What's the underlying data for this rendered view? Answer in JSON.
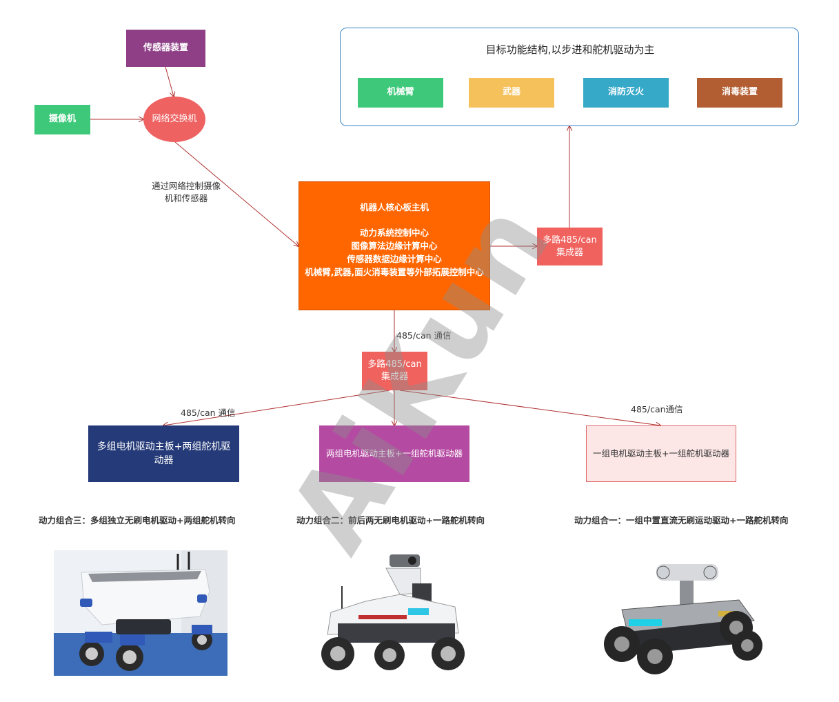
{
  "nodes": {
    "sensor_device": "传感器装置",
    "camera": "摄像机",
    "network_switch": "网络交换机",
    "core_board": {
      "title": "机器人核心板主机",
      "lines": [
        "动力系统控制中心",
        "图像算法边缘计算中心",
        "传感器数据边缘计算中心",
        "机械臂,武器,面火消毒装置等外部拓展控制中心"
      ]
    },
    "hub_right": [
      "多路485/can",
      "集成器"
    ],
    "hub_center": [
      "多路485/can",
      "集成器"
    ],
    "driver_three": "多组电机驱动主板+两组舵机驱动器",
    "driver_two": "两组电机驱动主板+一组舵机驱动器",
    "driver_one": "一组电机驱动主板+一组舵机驱动器"
  },
  "edge_labels": {
    "network_control": [
      "通过网络控制摄像",
      "机和传感器"
    ],
    "comm_center": "485/can 通信",
    "comm_left": "485/can 通信",
    "comm_right": "485/can通信"
  },
  "target_panel": {
    "title": "目标功能结构,以步进和舵机驱动为主",
    "modules": [
      {
        "label": "机械臂",
        "color": "#3ec97a"
      },
      {
        "label": "武器",
        "color": "#f5c15a"
      },
      {
        "label": "消防灭火",
        "color": "#36a9c9"
      },
      {
        "label": "消毒装置",
        "color": "#b35e32"
      }
    ]
  },
  "captions": {
    "combo_three": "动力组合三：多组独立无刷电机驱动+两组舵机转向",
    "combo_two": "动力组合二：前后两无刷电机驱动+一路舵机转向",
    "combo_one": "动力组合一：一组中置直流无刷运动驱动+一路舵机转向"
  },
  "watermark": "AiKun",
  "colors": {
    "sensor": "#8e3f86",
    "camera": "#3ec97a",
    "switch": "#ee6262",
    "core": "#ff6600",
    "hub": "#f0625e",
    "driver_three": "#253a78",
    "driver_two": "#b54aa2",
    "driver_one_fill": "#fce6e6",
    "driver_one_border": "#e06666",
    "connector": "#b03030"
  }
}
